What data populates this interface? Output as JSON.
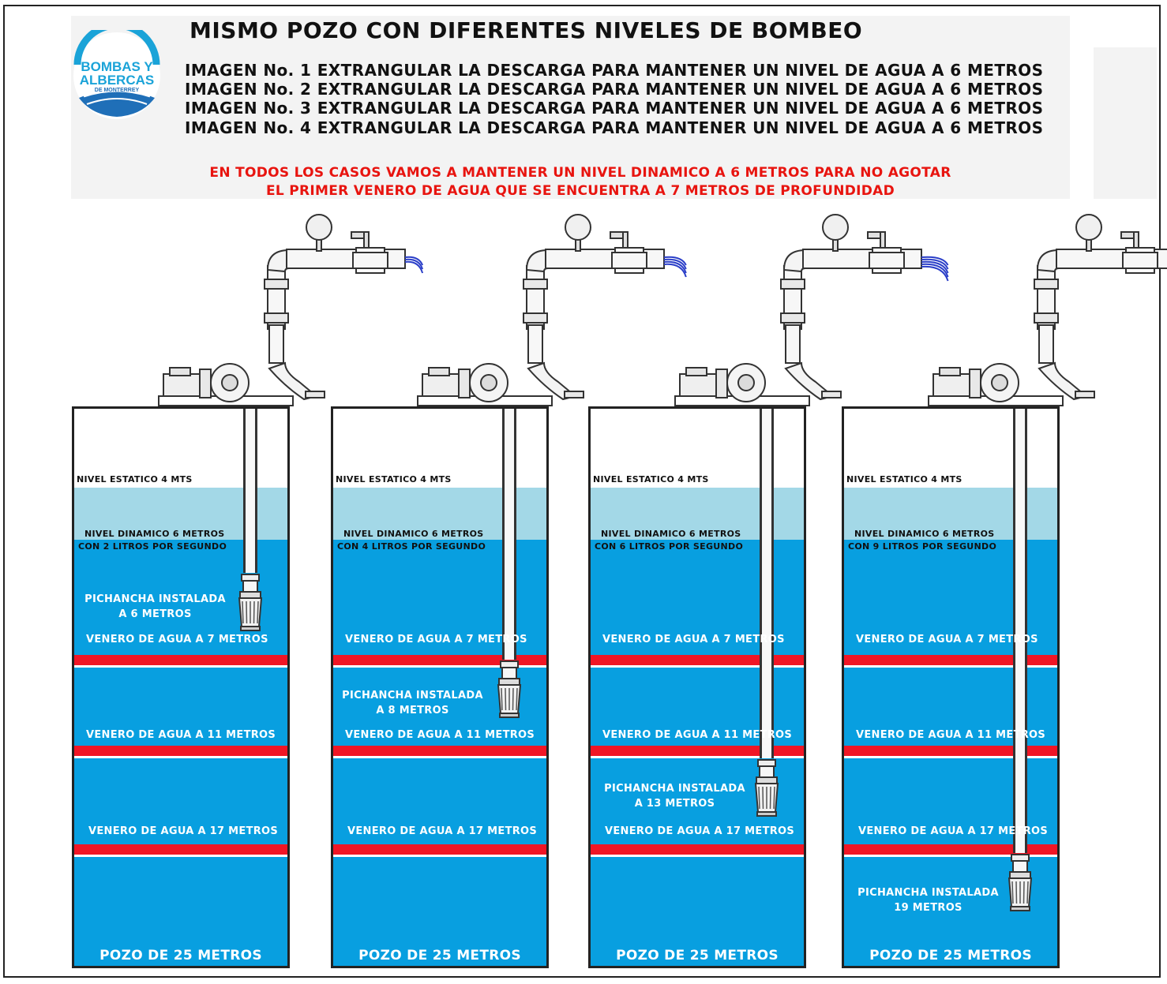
{
  "title": "MISMO POZO CON DIFERENTES NIVELES DE BOMBEO",
  "lines": [
    "IMAGEN No. 1 EXTRANGULAR LA DESCARGA PARA MANTENER UN NIVEL DE AGUA A 6 METROS",
    "IMAGEN No. 2 EXTRANGULAR LA DESCARGA PARA MANTENER UN NIVEL DE AGUA A 6 METROS",
    "IMAGEN No. 3 EXTRANGULAR LA DESCARGA PARA MANTENER UN NIVEL DE AGUA A 6 METROS",
    "IMAGEN No. 4 EXTRANGULAR LA DESCARGA PARA MANTENER UN NIVEL DE AGUA A 6 METROS"
  ],
  "note": [
    "EN TODOS LOS CASOS VAMOS A MANTENER UN NIVEL DINAMICO A 6 METROS PARA NO AGOTAR",
    "EL PRIMER VENERO DE AGUA QUE SE ENCUENTRA A 7 METROS DE PROFUNDIDAD"
  ],
  "logo": {
    "line1": "BOMBAS Y",
    "line2": "ALBERCAS",
    "line3": "DE MONTERREY",
    "color": "#1aa3d8"
  },
  "colors": {
    "light_water": "#a3d8e7",
    "water": "#089fe0",
    "venero": "#f01625",
    "flow": "#2b3fc8"
  },
  "wells": [
    {
      "static": "NIVEL ESTATICO 4 MTS",
      "dyn1": "NIVEL DINAMICO 6 METROS",
      "dyn2": "CON 2 LITROS POR SEGUNDO",
      "pich1": "PICHANCHA INSTALADA",
      "pich2": "A 6 METROS",
      "v7": "VENERO DE AGUA A 7 METROS",
      "v11": "VENERO DE AGUA A 11 METROS",
      "v17": "VENERO DE AGUA A 17 METROS",
      "base": "POZO DE 25 METROS",
      "pich_depth_m": 6,
      "flow_lps": 2
    },
    {
      "static": "NIVEL ESTATICO 4 MTS",
      "dyn1": "NIVEL DINAMICO 6 METROS",
      "dyn2": "CON 4 LITROS POR SEGUNDO",
      "pich1": "PICHANCHA INSTALADA",
      "pich2": "A 8 METROS",
      "v7": "VENERO DE AGUA A 7 METROS",
      "v11": "VENERO DE AGUA A 11 METROS",
      "v17": "VENERO DE AGUA A 17 METROS",
      "base": "POZO DE 25 METROS",
      "pich_depth_m": 8,
      "flow_lps": 4
    },
    {
      "static": "NIVEL ESTATICO 4 MTS",
      "dyn1": "NIVEL DINAMICO 6 METROS",
      "dyn2": "CON 6 LITROS POR SEGUNDO",
      "pich1": "PICHANCHA INSTALADA",
      "pich2": "A 13 METROS",
      "v7": "VENERO DE AGUA A 7 METROS",
      "v11": "VENERO DE AGUA A 11 METROS",
      "v17": "VENERO DE AGUA A 17 METROS",
      "base": "POZO DE 25 METROS",
      "pich_depth_m": 13,
      "flow_lps": 6
    },
    {
      "static": "NIVEL ESTATICO 4 MTS",
      "dyn1": "NIVEL DINAMICO 6 METROS",
      "dyn2": "CON 9 LITROS POR SEGUNDO",
      "pich1": "PICHANCHA INSTALADA",
      "pich2": "19 METROS",
      "v7": "VENERO DE AGUA A 7 METROS",
      "v11": "VENERO DE AGUA A 11 METROS",
      "v17": "VENERO DE AGUA A 17 METROS",
      "base": "POZO DE 25 METROS",
      "pich_depth_m": 19,
      "flow_lps": 9
    }
  ]
}
